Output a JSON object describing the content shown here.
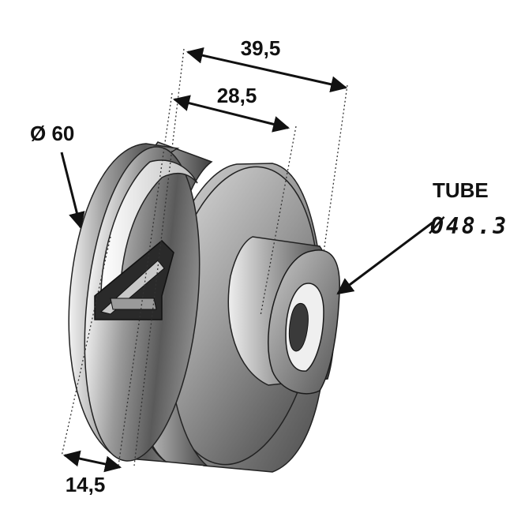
{
  "dimensions": {
    "overall_length": "39,5",
    "inner_length": "28,5",
    "flange_width": "14,5",
    "outer_diameter": "Ø 60"
  },
  "tube": {
    "label": "TUBE",
    "diameter": "Ø48.3"
  }
}
